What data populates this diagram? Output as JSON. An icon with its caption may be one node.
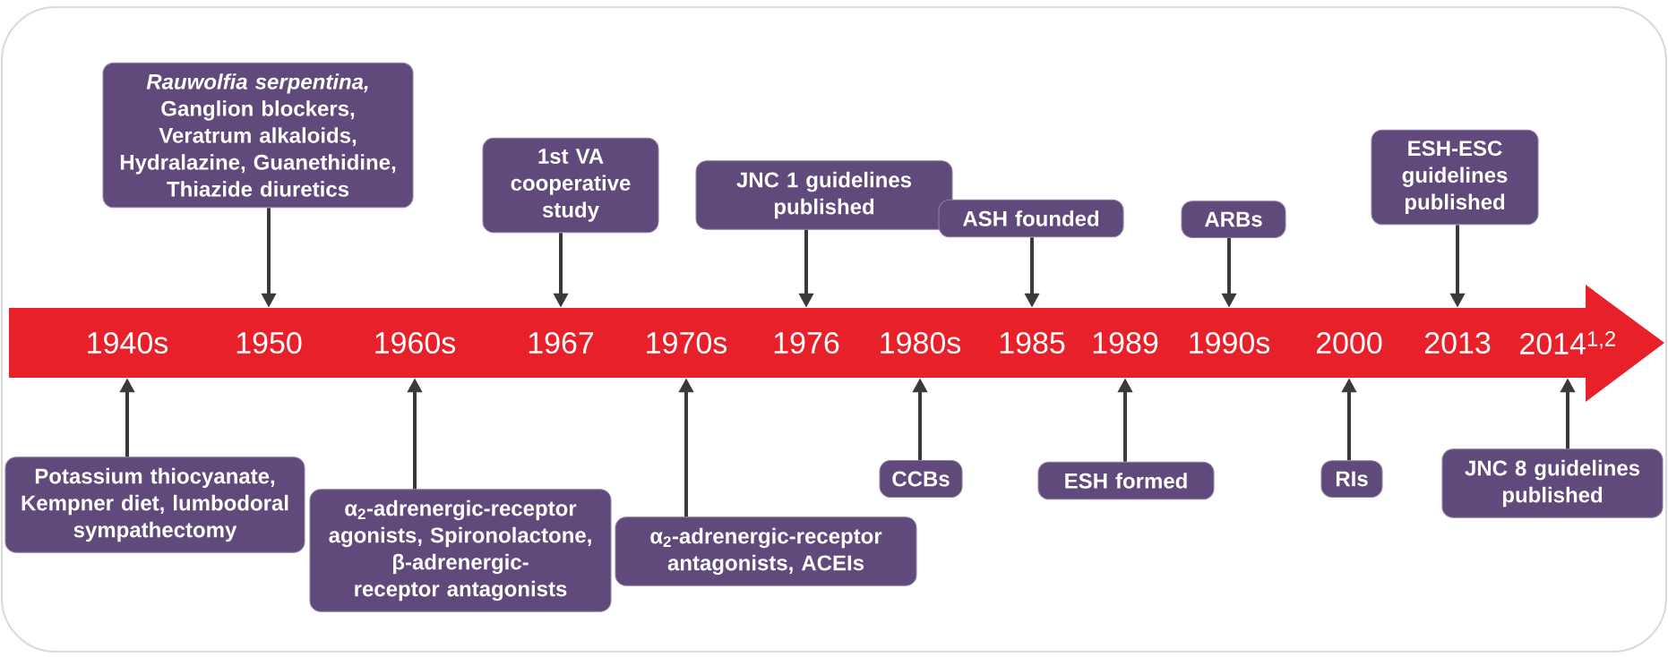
{
  "diagram": {
    "nodes": [
      {
        "text": [
          "*Rauwolfia serpentina,* Ganglion blockers, Veratrum alkaloids, Hydralazine, Guanethidine, Thiazide diuretics"
        ]
      },
      {
        "text": [
          "1st VA cooperative study"
        ]
      },
      {
        "text": [
          "JNC 1 guidelines published"
        ]
      },
      {
        "text": [
          "ASH founded"
        ]
      },
      {
        "text": [
          "ARBs"
        ]
      },
      {
        "text": [
          "ESH-ESC guidelines published"
        ]
      },
      {
        "text": [
          "1940s"
        ]
      },
      {
        "text": [
          "1950"
        ]
      },
      {
        "text": [
          "1960s"
        ]
      },
      {
        "text": [
          "1967"
        ]
      },
      {
        "text": [
          "1970s"
        ]
      },
      {
        "text": [
          "1976"
        ]
      },
      {
        "text": [
          "1980s"
        ]
      },
      {
        "text": [
          "1985"
        ]
      },
      {
        "text": [
          "1989"
        ]
      },
      {
        "text": [
          "1990s"
        ]
      },
      {
        "text": [
          "2000"
        ]
      },
      {
        "text": [
          "2013"
        ]
      },
      {
        "text": [
          "2014$^{1,2}$"
        ]
      },
      {
        "text": [
          "Potassium thiocyanate, Kempner diet, lumbodoral sympathectomy"
        ]
      },
      {
        "text": [
          "α$_{2}$-adrenergic-receptor agonists, Spironolactone, β-adrenergic-receptor antagonists"
        ]
      },
      {
        "text": [
          "α$_{2}$-adrenergic-receptor antagonists, ACEIs"
        ]
      },
      {
        "text": [
          "CCBs"
        ]
      },
      {
        "text": [
          "ESH formed"
        ]
      },
      {
        "text": [
          "RIs"
        ]
      },
      {
        "text": [
          "JNC 8 guidelines published"
        ]
      }
    ],
    "edges": [
      {
        "from": 0,
        "to": 7,
        "arrow": "to"
      },
      {
        "from": 1,
        "to": 9,
        "arrow": "to"
      },
      {
        "from": 2,
        "to": 11,
        "arrow": "to"
      },
      {
        "from": 3,
        "to": 13,
        "arrow": "to"
      },
      {
        "from": 4,
        "to": 15,
        "arrow": "to"
      },
      {
        "from": 5,
        "to": 17,
        "arrow": "to"
      },
      {
        "from": 19,
        "to": 6,
        "arrow": "to"
      },
      {
        "from": 20,
        "to": 8,
        "arrow": "to"
      },
      {
        "from": 21,
        "to": 10,
        "arrow": "to"
      },
      {
        "from": 22,
        "to": 12,
        "arrow": "to"
      },
      {
        "from": 23,
        "to": 14,
        "arrow": "to"
      },
      {
        "from": 24,
        "to": 16,
        "arrow": "to"
      },
      {
        "from": 25,
        "to": 18,
        "arrow": "to"
      }
    ]
  }
}
